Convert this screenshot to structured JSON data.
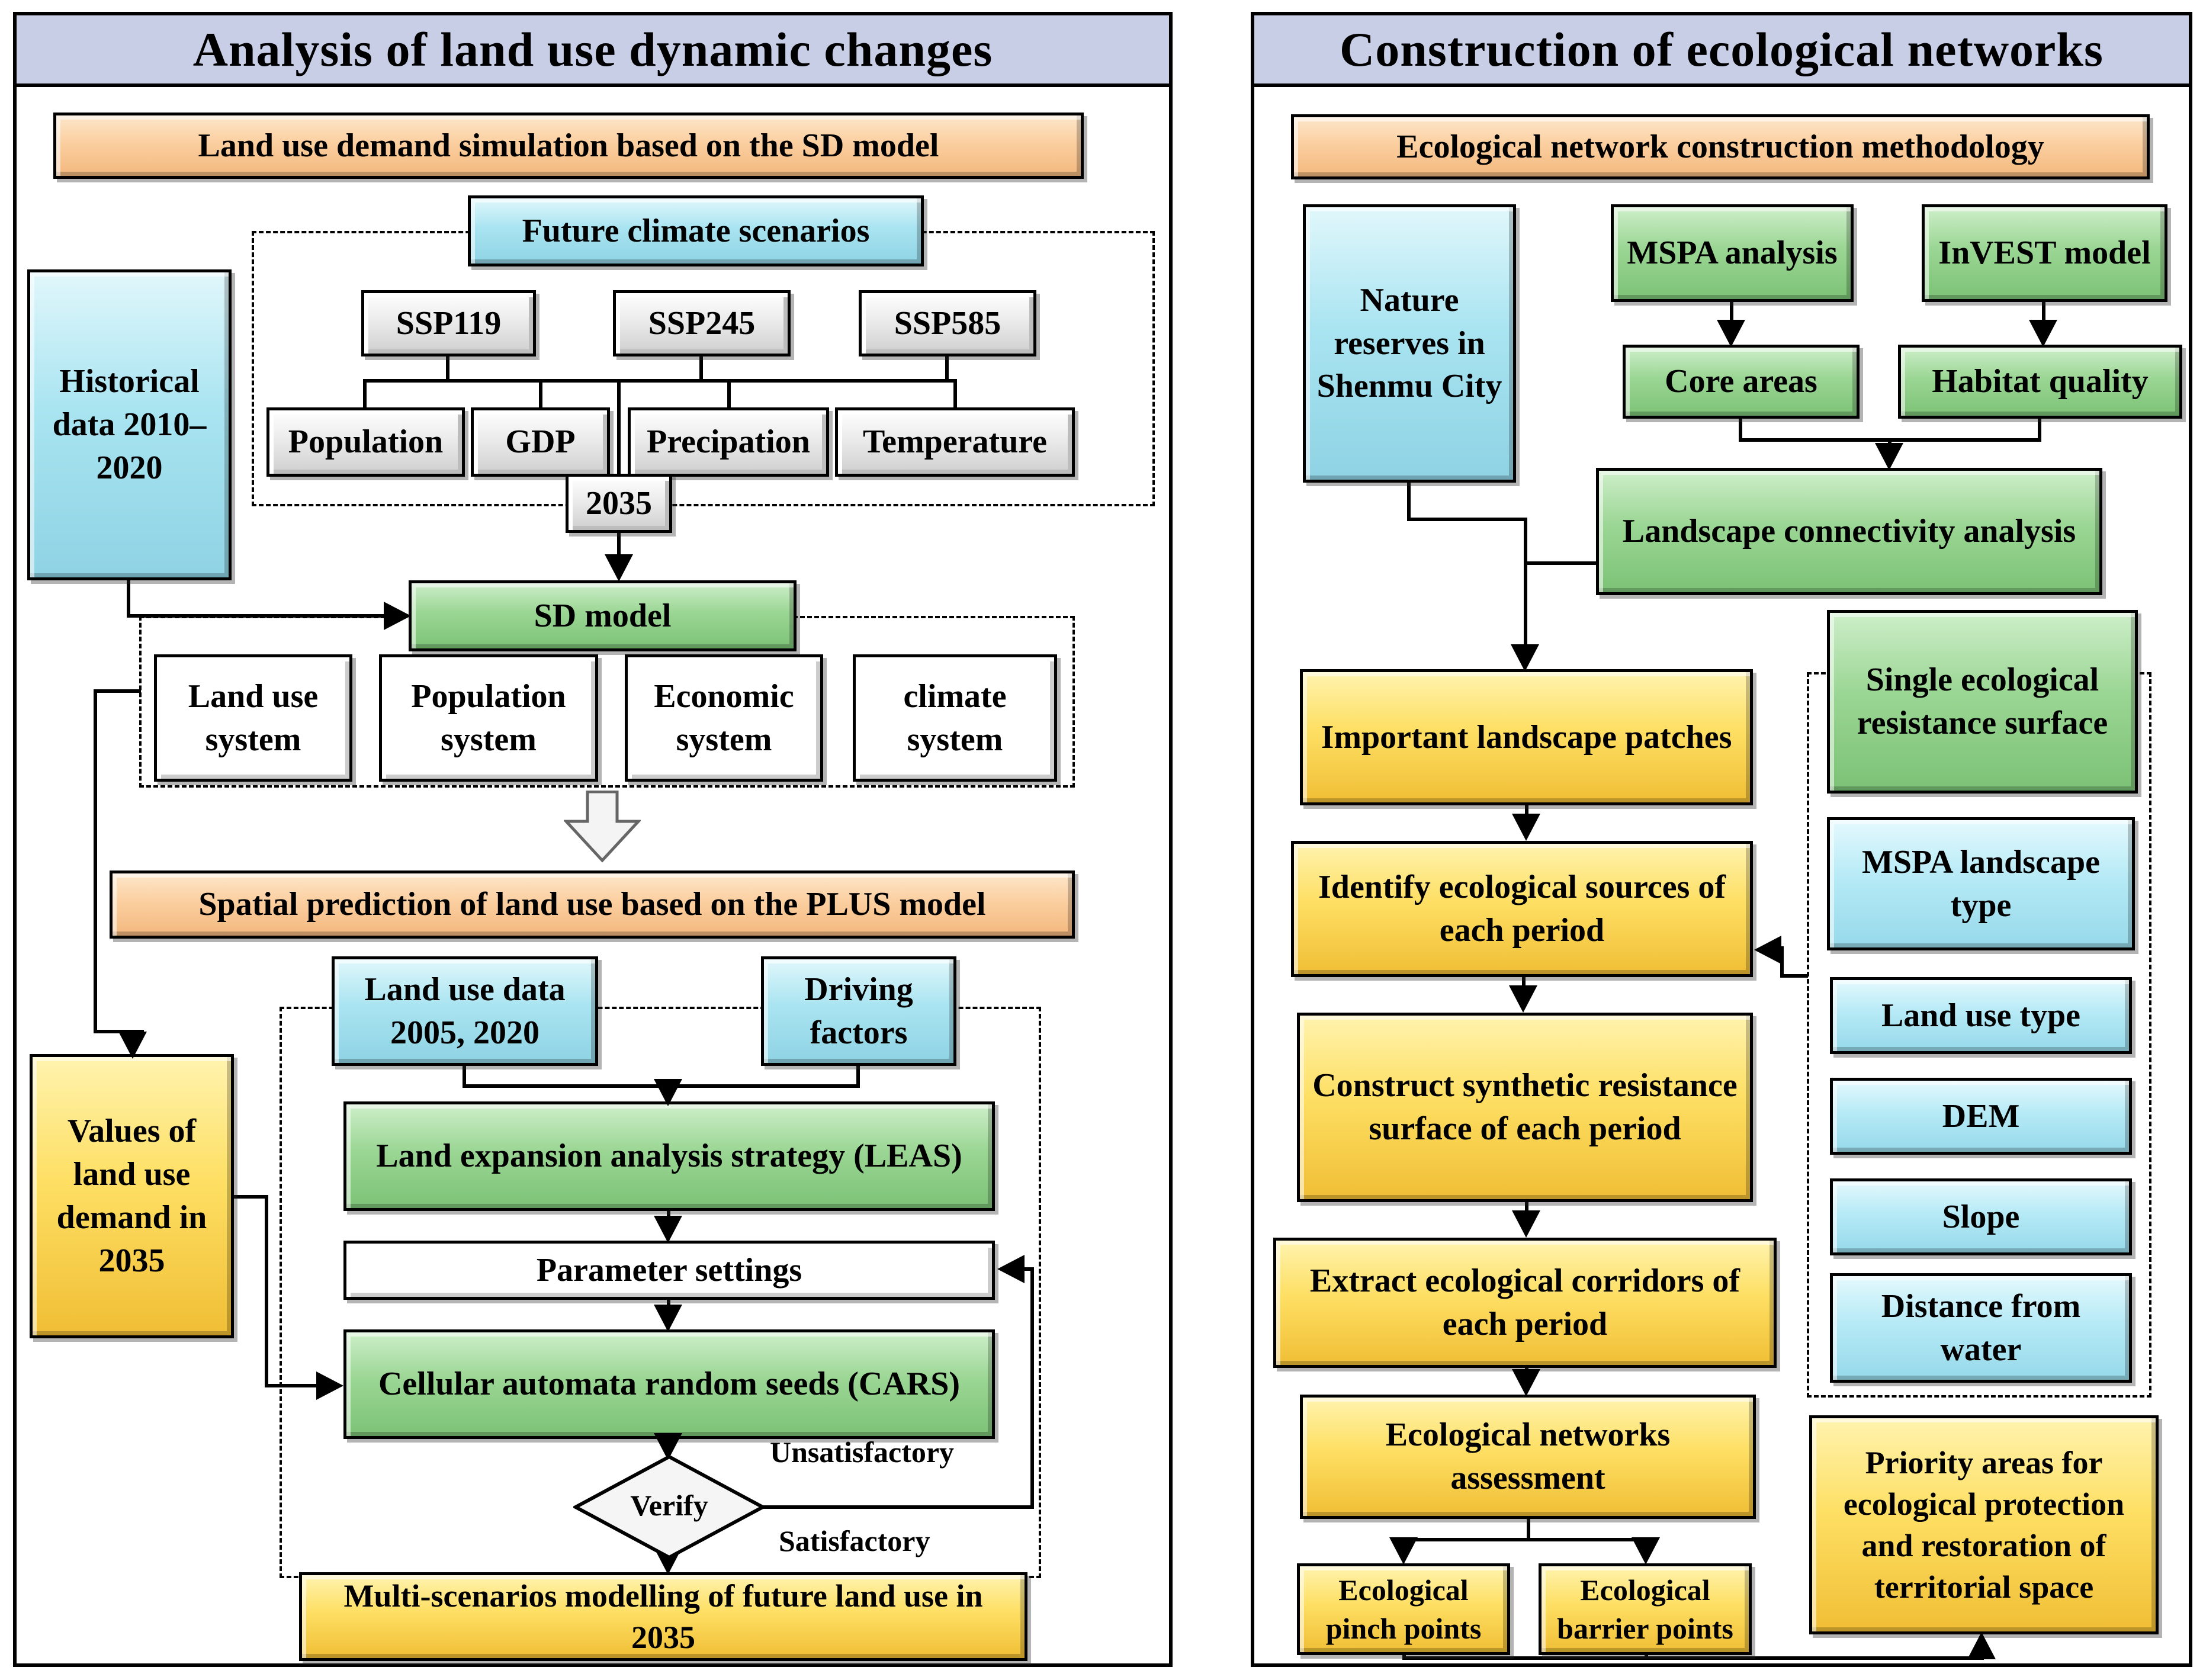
{
  "left": {
    "title": "Analysis of land use  dynamic changes",
    "sd_header": "Land use demand simulation based on the SD model",
    "future_climate": "Future climate scenarios",
    "ssp": [
      "SSP119",
      "SSP245",
      "SSP585"
    ],
    "factors": [
      "Population",
      "GDP",
      "Precipation",
      "Temperature"
    ],
    "year2035": "2035",
    "historical": "Historical data 2010–2020",
    "sd_model": "SD model",
    "systems": [
      "Land use system",
      "Population system",
      "Economic system",
      "climate system"
    ],
    "plus_header": "Spatial prediction of land use based on the PLUS model",
    "land_use_data": "Land use data 2005,  2020",
    "driving_factors": "Driving factors",
    "values_demand": "Values of land use demand in 2035",
    "leas": "Land expansion analysis strategy (LEAS)",
    "parameter_settings": "Parameter settings",
    "cars": "Cellular automata random seeds (CARS)",
    "verify": "Verify",
    "unsatisfactory": "Unsatisfactory",
    "satisfactory": "Satisfactory",
    "multi_scenarios": "Multi-scenarios modelling of future land use in 2035"
  },
  "right": {
    "title": "Construction of ecological networks",
    "methodology": "Ecological network construction methodology",
    "nature_reserves": "Nature reserves in Shenmu City",
    "mspa_analysis": "MSPA analysis",
    "invest_model": "InVEST model",
    "core_areas": "Core areas",
    "habitat_quality": "Habitat quality",
    "landscape_connectivity": "Landscape connectivity analysis",
    "important_patches": "Important landscape patches",
    "identify_sources": "Identify ecological sources of each period",
    "construct_resistance": "Construct synthetic resistance surface of each period",
    "extract_corridors": "Extract ecological corridors of each period",
    "network_assessment": "Ecological networks assessment",
    "pinch_points": "Ecological pinch points",
    "barrier_points": "Ecological barrier points",
    "priority_areas": "Priority areas for ecological protection and restoration of territorial space",
    "single_resistance": "Single ecological resistance surface",
    "resistance_inputs": [
      "MSPA landscape type",
      "Land use type",
      "DEM",
      "Slope",
      "Distance from water"
    ]
  },
  "colors": {
    "lavender": "#c9cee7",
    "orange": "#fbcfa0",
    "cyan": "#a9e4f1",
    "green": "#9bd694",
    "yellow": "#fedf63",
    "gray": "#e9e9e9",
    "listcyan": "#b6eaf6"
  }
}
